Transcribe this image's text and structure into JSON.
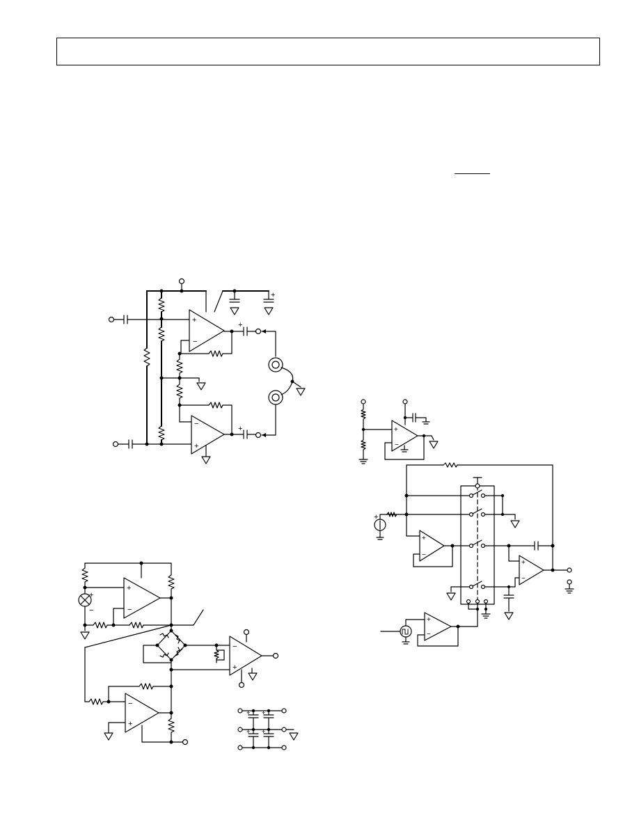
{
  "page": {
    "header_box_text": "",
    "background": "#ffffff",
    "ink": "#000000"
  },
  "figures": [
    {
      "id": "fig-left-top",
      "text": ""
    },
    {
      "id": "fig-left-bottom",
      "text": ""
    },
    {
      "id": "fig-right",
      "text": ""
    }
  ],
  "icons": [
    "op-amp-icon",
    "resistor-icon",
    "capacitor-icon",
    "ground-icon",
    "terminal-icon",
    "transducer-icon",
    "lamp-icon",
    "switch-icon",
    "pulse-source-icon",
    "voltage-source-icon"
  ]
}
